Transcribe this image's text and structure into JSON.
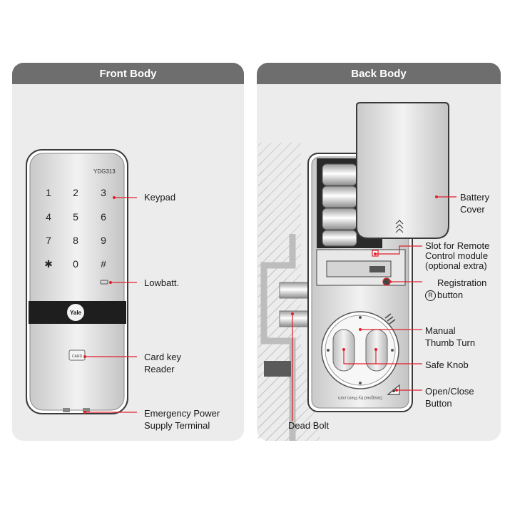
{
  "panels": {
    "front": {
      "title": "Front Body"
    },
    "back": {
      "title": "Back Body"
    }
  },
  "front_device": {
    "model": "YDG313",
    "keys": [
      "1",
      "2",
      "3",
      "4",
      "5",
      "6",
      "7",
      "8",
      "9",
      "✱",
      "0",
      "#"
    ],
    "brand": "Yale",
    "card_mark": "CARD"
  },
  "back_device": {
    "designer_text": "Designed by Piero.com"
  },
  "labels": {
    "keypad": "Keypad",
    "lowbatt": "Lowbatt.",
    "card_reader": "Card key\nReader",
    "emergency": "Emergency Power\nSupply Terminal",
    "battery_cover": "Battery\nCover",
    "slot_remote": "Slot for Remote\nControl module\n(optional extra)",
    "registration_symbol": "R",
    "registration": "Registration\nbutton",
    "manual_thumb": "Manual\nThumb Turn",
    "safe_knob": "Safe Knob",
    "open_close": "Open/Close\nButton",
    "dead_bolt": "Dead Bolt"
  },
  "colors": {
    "panel_bg": "#ececec",
    "header_bg": "#6e6e6e",
    "callout_red": "#e0202a",
    "device_silver": "#dcdcdc"
  }
}
